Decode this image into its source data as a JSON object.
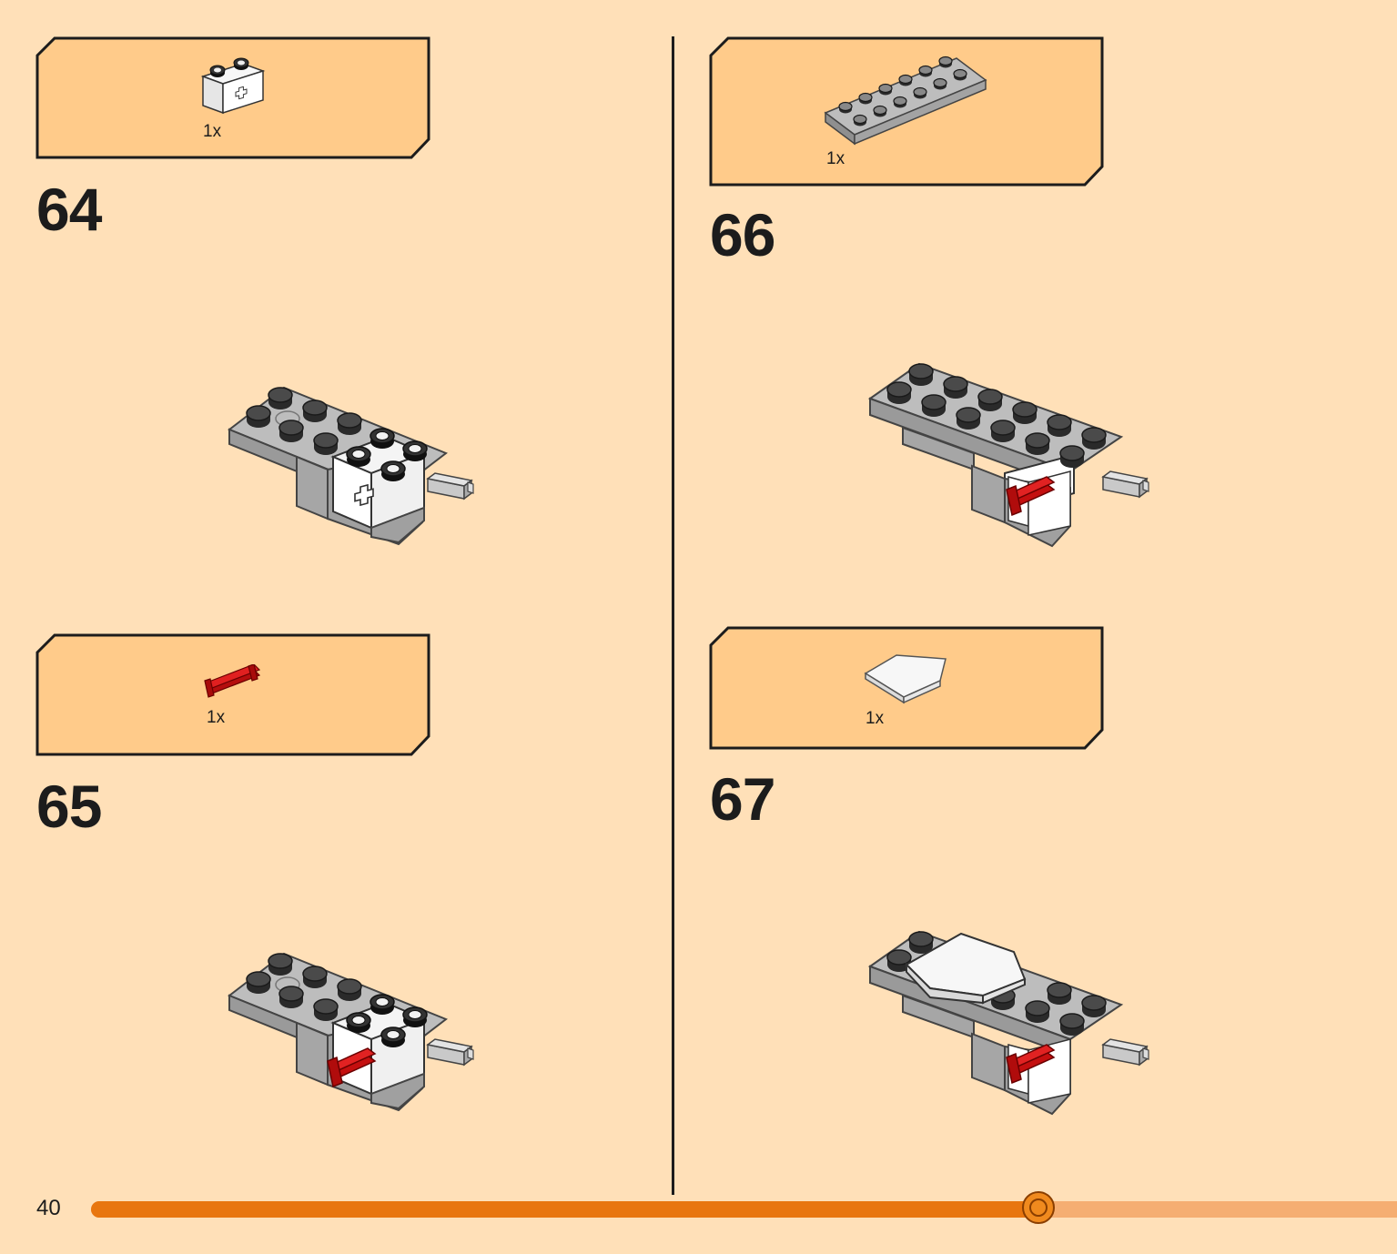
{
  "page": {
    "number": "40",
    "progress": 0.7256
  },
  "colors": {
    "background": "#FFE0B8",
    "callout_fill": "#FFCB8A",
    "progress_fill": "#E8760F",
    "progress_track": "#F5AE72",
    "brick_gray": "#A8A8A8",
    "stud_dark": "#3C3C3C",
    "brick_white": "#FFFFFF",
    "axle_red": "#D01010"
  },
  "steps": [
    {
      "number": "64",
      "parts": [
        {
          "qty": "1x",
          "icon": "white-technic-brick-icon"
        }
      ],
      "model_icon": "model-step-64-icon"
    },
    {
      "number": "65",
      "parts": [
        {
          "qty": "1x",
          "icon": "red-axle-icon"
        }
      ],
      "model_icon": "model-step-65-icon"
    },
    {
      "number": "66",
      "parts": [
        {
          "qty": "1x",
          "icon": "gray-plate-2x6-icon"
        }
      ],
      "model_icon": "model-step-66-icon"
    },
    {
      "number": "67",
      "parts": [
        {
          "qty": "1x",
          "icon": "white-wedge-tile-icon"
        }
      ],
      "model_icon": "model-step-67-icon"
    }
  ]
}
